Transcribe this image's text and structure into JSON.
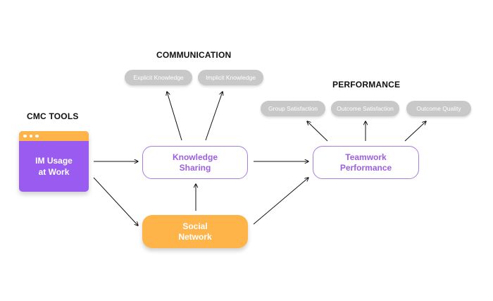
{
  "headings": {
    "cmc_tools": "CMC TOOLS",
    "communication": "COMMUNICATION",
    "performance": "PERFORMANCE"
  },
  "communication_items": [
    "Explicit Knowledge",
    "Implicit Knowledge"
  ],
  "performance_items": [
    "Group Satisfaction",
    "Outcome Satisfaction",
    "Outcome Quality"
  ],
  "nodes": {
    "im_usage": "IM Usage\nat Work",
    "knowledge_sharing": "Knowledge\nSharing",
    "social_network": "Social\nNetwork",
    "teamwork_performance": "Teamwork\nPerformance"
  },
  "colors": {
    "purple": "#9a5cf0",
    "purple_text": "#9b5fe0",
    "orange": "#ffb44a",
    "pill_gray": "#c8c8c8"
  }
}
